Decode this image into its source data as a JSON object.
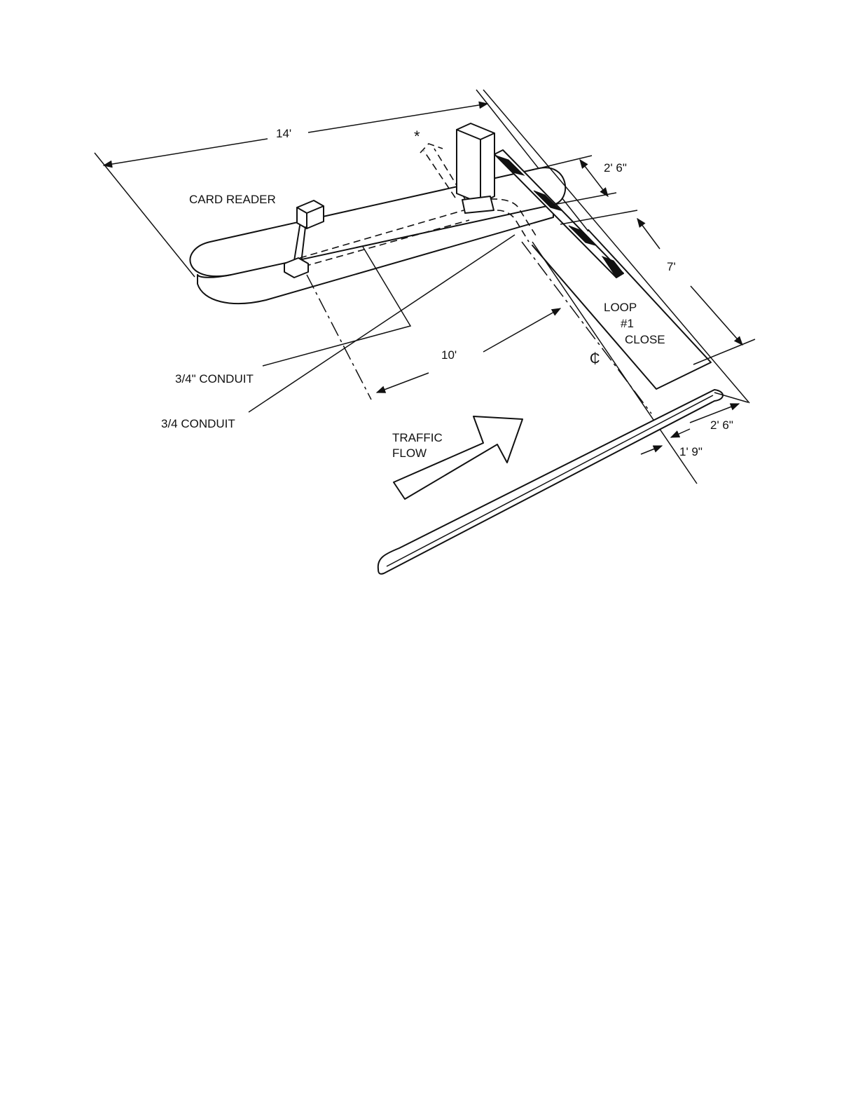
{
  "labels": {
    "dim_top": "14'",
    "dim_top_right": "2' 6\"",
    "card_reader": "CARD READER",
    "dim_right": "7'",
    "loop_line1": "LOOP",
    "loop_line2": "#1",
    "loop_line3": "CLOSE",
    "conduit_upper": "3/4\" CONDUIT",
    "conduit_lower": "3/4 CONDUIT",
    "dim_mid": "10'",
    "centerline": "₵",
    "dim_bottom_right": "2' 6\"",
    "dim_bottom": "1' 9\"",
    "traffic_line1": "TRAFFIC",
    "traffic_line2": "FLOW"
  }
}
